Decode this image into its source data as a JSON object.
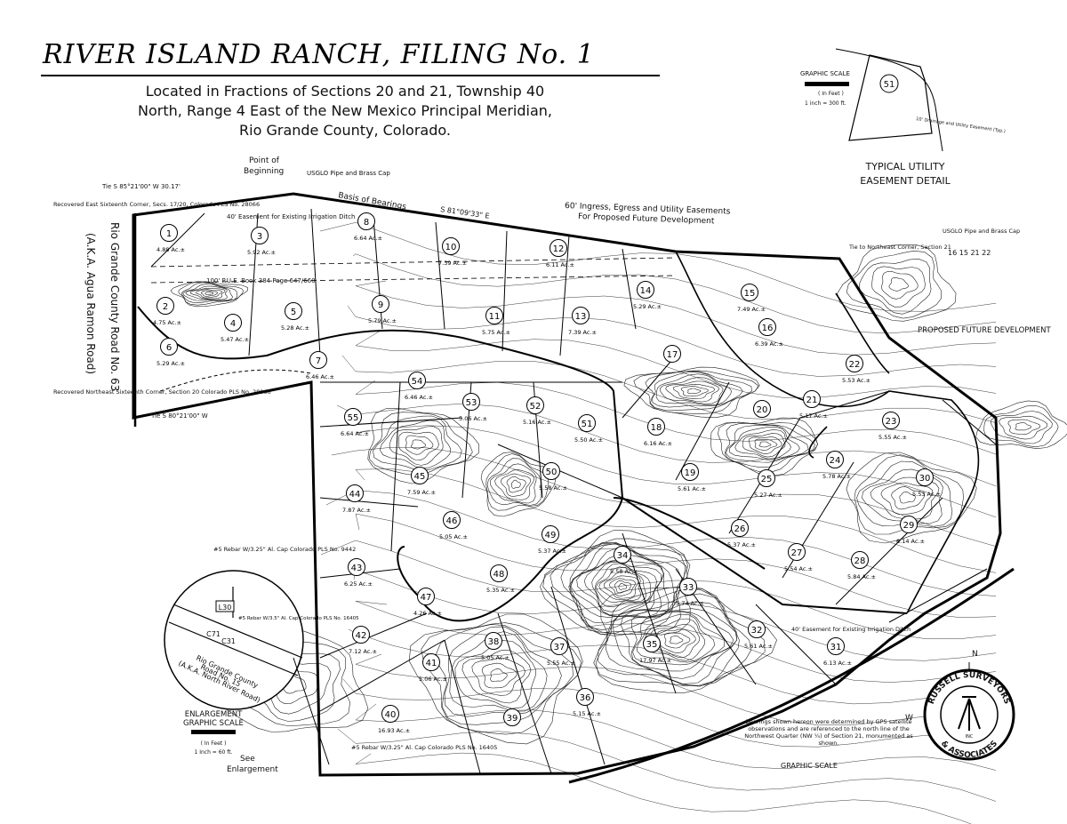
{
  "title": "RIVER ISLAND RANCH, FILING No. 1",
  "subtitle": [
    "Located in Fractions of Sections 20 and 21, Township 40",
    "North, Range 4 East of the New Mexico Principal Meridian,",
    "Rio Grande County, Colorado."
  ],
  "detail": {
    "graphic_scale": "GRAPHIC SCALE",
    "scale_unit": "( In Feet )",
    "scale_ratio": "1 inch = 300 ft.",
    "lot": "51",
    "title_line1": "TYPICAL UTILITY",
    "title_line2": "EASEMENT DETAIL",
    "note": "10' Drainage and Utility Easement (Typ.)"
  },
  "annotations": {
    "point_of_beginning_1": "Point of",
    "point_of_beginning_2": "Beginning",
    "usglo_pipe": "USGLO Pipe and Brass Cap",
    "basis_of_bearings": "Basis of Bearings",
    "bearing_top": "S 81°09'33\" E",
    "easement_60": "60' Ingress, Egress and Utility Easements",
    "future_dev": "For Proposed Future Development",
    "tie_top": "Tie S 85°21'00\" W 30.17'",
    "recovered_east": "Recovered East Sixteenth Corner, Secs. 17/20, Colorado PLS No. 28066",
    "recovered_ne": "Recovered Northeast Sixteenth Corner, Section 20 Colorado PLS No. 28066",
    "tie_bottom": "Tie S 80°21'00\" W",
    "road_name_1": "Rio Grande County Road No. 63",
    "road_name_2": "(A.K.A. Agua Ramon Road)",
    "easement_pue": "100' P.U.E. Book 384 Page 647/660",
    "irrigation": "40' Easement for Existing Irrigation Ditch",
    "proposed_future": "PROPOSED FUTURE DEVELOPMENT",
    "tie_ne": "Tie to Northeast Corner, Section 21",
    "usglo_pipe_right": "USGLO Pipe and Brass Cap",
    "section_nums": "16 15 21 22",
    "rebar_1": "#5 Rebar W/3.25\" Al. Cap Colorado PLS No. 9442",
    "rebar_2": "#5 Rebar W/3.25\" Al. Cap Colorado PLS No. 16405",
    "bearings_note": "Bearings shown hereon were determined by GPS satellite observations and are referenced to the north line of the Northwest Quarter (NW ¼) of Section 21, monumented as shown.",
    "graphic_scale_bottom": "GRAPHIC SCALE",
    "irrigation_bottom": "40' Easement for Existing Irrigation Ditch",
    "enlargement_scale_1": "ENLARGEMENT",
    "enlargement_scale_2": "GRAPHIC SCALE",
    "enlargement_unit": "( In Feet )",
    "enlargement_ratio": "1 Inch = 60 ft.",
    "see_1": "See",
    "see_2": "Enlargement",
    "enlargement_road_1": "Rio Grande County",
    "enlargement_road_2": "Road No. 15",
    "enlargement_road_3": "(A.K.A. North River Road)",
    "enlargement_rebar": "#5 Rebar W/3.5\" Al. Cap Colorado PLS No. 16405",
    "l30": "L30",
    "c71": "C71",
    "c31": "C31"
  },
  "logo": {
    "line1": "RUSSELL SURVEYORS",
    "line2": "& ASSOCIATES",
    "inc": "INC",
    "n": "N",
    "w": "W"
  },
  "lots": [
    {
      "n": "1",
      "ac": "4.88 Ac.±"
    },
    {
      "n": "2",
      "ac": "4.75 Ac.±"
    },
    {
      "n": "3",
      "ac": "5.92 Ac.±"
    },
    {
      "n": "4",
      "ac": "5.47 Ac.±"
    },
    {
      "n": "5",
      "ac": "5.28 Ac.±"
    },
    {
      "n": "6",
      "ac": "5.29 Ac.±"
    },
    {
      "n": "7",
      "ac": "6.46 Ac.±"
    },
    {
      "n": "8",
      "ac": "6.64 Ac.±"
    },
    {
      "n": "9",
      "ac": "5.79 Ac.±"
    },
    {
      "n": "10",
      "ac": "7.39 Ac.±"
    },
    {
      "n": "11",
      "ac": "5.75 Ac.±"
    },
    {
      "n": "12",
      "ac": "6.11 Ac.±"
    },
    {
      "n": "13",
      "ac": "7.39 Ac.±"
    },
    {
      "n": "14",
      "ac": "5.29 Ac.±"
    },
    {
      "n": "15",
      "ac": "7.49 Ac.±"
    },
    {
      "n": "16",
      "ac": "6.39 Ac.±"
    },
    {
      "n": "17",
      "ac": ""
    },
    {
      "n": "18",
      "ac": "6.16 Ac.±"
    },
    {
      "n": "19",
      "ac": "5.61 Ac.±"
    },
    {
      "n": "20",
      "ac": ""
    },
    {
      "n": "21",
      "ac": "5.17 Ac.±"
    },
    {
      "n": "22",
      "ac": "5.53 Ac.±"
    },
    {
      "n": "23",
      "ac": "5.55 Ac.±"
    },
    {
      "n": "24",
      "ac": "5.78 Ac.±"
    },
    {
      "n": "25",
      "ac": "5.27 Ac.±"
    },
    {
      "n": "26",
      "ac": "5.37 Ac.±"
    },
    {
      "n": "27",
      "ac": "5.54 Ac.±"
    },
    {
      "n": "28",
      "ac": "5.84 Ac.±"
    },
    {
      "n": "29",
      "ac": "6.14 Ac.±"
    },
    {
      "n": "30",
      "ac": "5.53 Ac.±"
    },
    {
      "n": "31",
      "ac": "6.13 Ac.±"
    },
    {
      "n": "32",
      "ac": "5.61 Ac.±"
    },
    {
      "n": "33",
      "ac": "5.74 Ac.±"
    },
    {
      "n": "34",
      "ac": "5.58 Ac.±"
    },
    {
      "n": "35",
      "ac": "17.97 Ac.±"
    },
    {
      "n": "36",
      "ac": "5.15 Ac.±"
    },
    {
      "n": "37",
      "ac": "5.55 Ac.±"
    },
    {
      "n": "38",
      "ac": "5.05 Ac.±"
    },
    {
      "n": "39",
      "ac": ""
    },
    {
      "n": "40",
      "ac": "16.93 Ac.±"
    },
    {
      "n": "41",
      "ac": "5.06 Ac.±"
    },
    {
      "n": "42",
      "ac": "7.12 Ac.±"
    },
    {
      "n": "43",
      "ac": "6.25 Ac.±"
    },
    {
      "n": "44",
      "ac": "7.87 Ac.±"
    },
    {
      "n": "45",
      "ac": "7.59 Ac.±"
    },
    {
      "n": "46",
      "ac": "5.05 Ac.±"
    },
    {
      "n": "47",
      "ac": "4.26 Ac.±"
    },
    {
      "n": "48",
      "ac": "5.35 Ac.±"
    },
    {
      "n": "49",
      "ac": "5.37 Ac.±"
    },
    {
      "n": "50",
      "ac": "5.58 Ac.±"
    },
    {
      "n": "51",
      "ac": "5.50 Ac.±"
    },
    {
      "n": "52",
      "ac": "5.16 Ac.±"
    },
    {
      "n": "53",
      "ac": "5.06 Ac.±"
    },
    {
      "n": "54",
      "ac": "6.46 Ac.±"
    },
    {
      "n": "55",
      "ac": "6.64 Ac.±"
    }
  ]
}
